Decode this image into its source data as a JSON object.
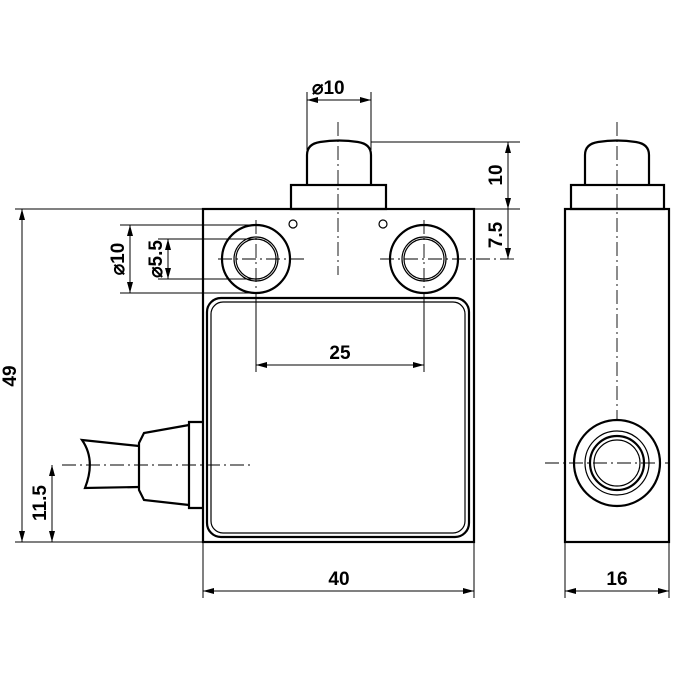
{
  "dimensions": {
    "plunger_diameter": "⌀10",
    "plunger_height": "10",
    "hole_offset": "7.5",
    "counterbore_diameter": "⌀10",
    "hole_diameter": "⌀5.5",
    "hole_spacing": "25",
    "body_height": "49",
    "cable_height": "11.5",
    "body_width": "40",
    "body_depth": "16"
  }
}
